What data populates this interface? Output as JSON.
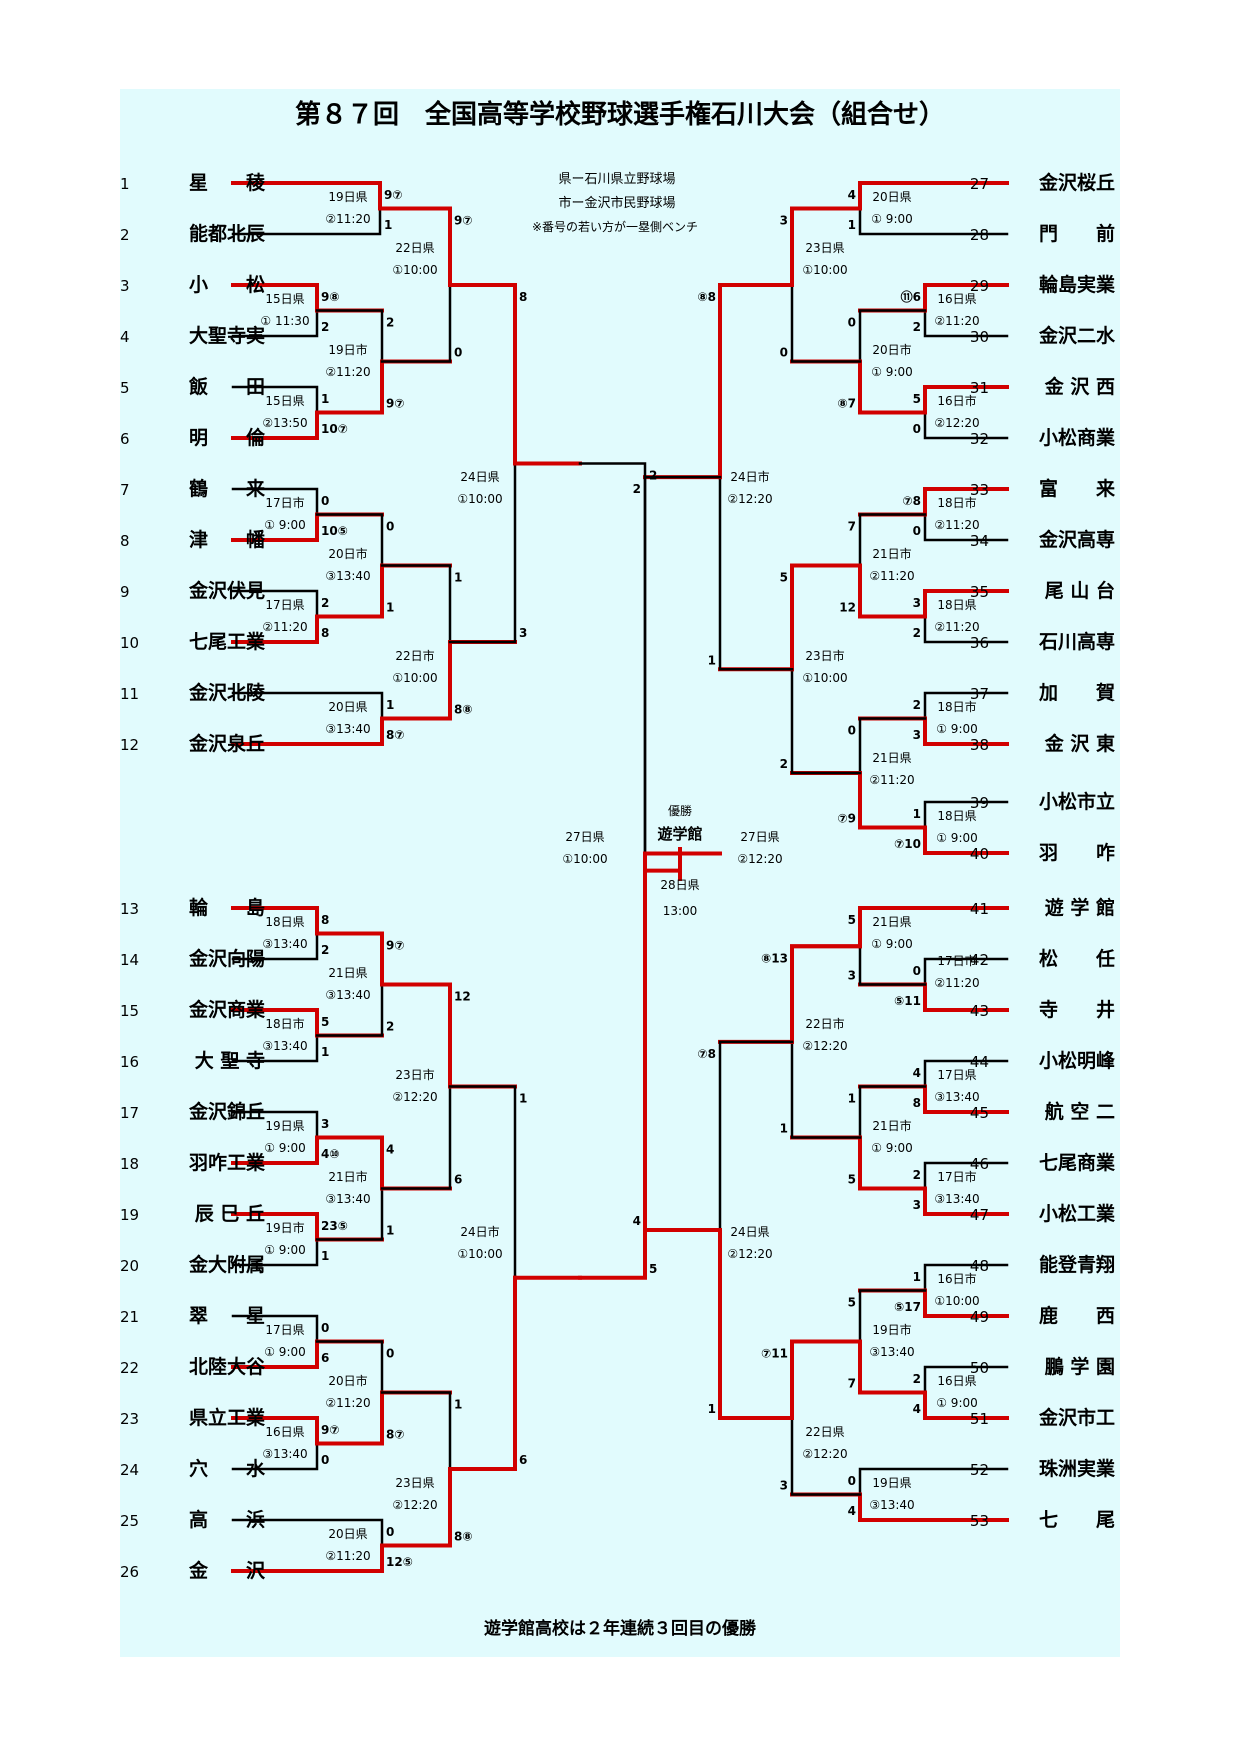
{
  "title": "第８７回　全国高等学校野球選手権石川大会（組合せ）",
  "notes": [
    "県ー石川県立野球場",
    "市ー金沢市民野球場",
    "※番号の若い方が一塁側ベンチ"
  ],
  "footer": "遊学館高校は２年連続３回目の優勝",
  "colors": {
    "win": "#d10000",
    "lose": "#000000",
    "background": "#e1fbfd"
  },
  "champion": {
    "label": "優勝",
    "team": "遊学館",
    "date": "28日県",
    "time": "13:00"
  },
  "teams": [
    {
      "no": "1",
      "name": "星　　稜"
    },
    {
      "no": "2",
      "name": "能都北辰"
    },
    {
      "no": "3",
      "name": "小　　松"
    },
    {
      "no": "4",
      "name": "大聖寺実"
    },
    {
      "no": "5",
      "name": "飯　　田"
    },
    {
      "no": "6",
      "name": "明　　倫"
    },
    {
      "no": "7",
      "name": "鶴　　来"
    },
    {
      "no": "8",
      "name": "津　　幡"
    },
    {
      "no": "9",
      "name": "金沢伏見"
    },
    {
      "no": "10",
      "name": "七尾工業"
    },
    {
      "no": "11",
      "name": "金沢北陵"
    },
    {
      "no": "12",
      "name": "金沢泉丘"
    },
    {
      "no": "13",
      "name": "輪　　島"
    },
    {
      "no": "14",
      "name": "金沢向陽"
    },
    {
      "no": "15",
      "name": "金沢商業"
    },
    {
      "no": "16",
      "name": "大 聖 寺"
    },
    {
      "no": "17",
      "name": "金沢錦丘"
    },
    {
      "no": "18",
      "name": "羽咋工業"
    },
    {
      "no": "19",
      "name": "辰 巳 丘"
    },
    {
      "no": "20",
      "name": "金大附属"
    },
    {
      "no": "21",
      "name": "翠　　星"
    },
    {
      "no": "22",
      "name": "北陸大谷"
    },
    {
      "no": "23",
      "name": "県立工業"
    },
    {
      "no": "24",
      "name": "穴　　水"
    },
    {
      "no": "25",
      "name": "高　　浜"
    },
    {
      "no": "26",
      "name": "金　　沢"
    },
    {
      "no": "27",
      "name": "金沢桜丘"
    },
    {
      "no": "28",
      "name": "門　　前"
    },
    {
      "no": "29",
      "name": "輪島実業"
    },
    {
      "no": "30",
      "name": "金沢二水"
    },
    {
      "no": "31",
      "name": "金 沢 西"
    },
    {
      "no": "32",
      "name": "小松商業"
    },
    {
      "no": "33",
      "name": "富　　来"
    },
    {
      "no": "34",
      "name": "金沢高専"
    },
    {
      "no": "35",
      "name": "尾 山 台"
    },
    {
      "no": "36",
      "name": "石川高専"
    },
    {
      "no": "37",
      "name": "加　　賀"
    },
    {
      "no": "38",
      "name": "金 沢 東"
    },
    {
      "no": "39",
      "name": "小松市立"
    },
    {
      "no": "40",
      "name": "羽　　咋"
    },
    {
      "no": "41",
      "name": "遊 学 館"
    },
    {
      "no": "42",
      "name": "松　　任"
    },
    {
      "no": "43",
      "name": "寺　　井"
    },
    {
      "no": "44",
      "name": "小松明峰"
    },
    {
      "no": "45",
      "name": "航 空 二"
    },
    {
      "no": "46",
      "name": "七尾商業"
    },
    {
      "no": "47",
      "name": "小松工業"
    },
    {
      "no": "48",
      "name": "能登青翔"
    },
    {
      "no": "49",
      "name": "鹿　　西"
    },
    {
      "no": "50",
      "name": "鵬 学 園"
    },
    {
      "no": "51",
      "name": "金沢市工"
    },
    {
      "no": "52",
      "name": "珠洲実業"
    },
    {
      "no": "53",
      "name": "七　　尾"
    }
  ],
  "matches": [
    {
      "id": "L1",
      "date": "19日県",
      "time": "②11:20",
      "s1": "9⑦",
      "s2": "1"
    },
    {
      "id": "L2",
      "date": "15日県",
      "time": "① 11:30",
      "s1": "9⑧",
      "s2": "2"
    },
    {
      "id": "L3",
      "date": "15日県",
      "time": "②13:50",
      "s1": "1",
      "s2": "10⑦"
    },
    {
      "id": "L4",
      "date": "19日市",
      "time": "②11:20",
      "s1": "2",
      "s2": "9⑦"
    },
    {
      "id": "L5",
      "date": "22日県",
      "time": "①10:00",
      "s1": "9⑦",
      "s2": "0"
    },
    {
      "id": "L6",
      "date": "17日市",
      "time": "① 9:00",
      "s1": "0",
      "s2": "10⑤"
    },
    {
      "id": "L7",
      "date": "17日県",
      "time": "②11:20",
      "s1": "2",
      "s2": "8"
    },
    {
      "id": "L8",
      "date": "20日市",
      "time": "③13:40",
      "s1": "0",
      "s2": "1"
    },
    {
      "id": "L9",
      "date": "20日県",
      "time": "③13:40",
      "s1": "1",
      "s2": "8⑦"
    },
    {
      "id": "L10",
      "date": "22日市",
      "time": "①10:00",
      "s1": "1",
      "s2": "8⑧"
    },
    {
      "id": "L11",
      "date": "24日県",
      "time": "①10:00",
      "s1": "8",
      "s2": "3"
    },
    {
      "id": "L12",
      "date": "18日県",
      "time": "③13:40",
      "s1": "8",
      "s2": "2"
    },
    {
      "id": "L13",
      "date": "18日市",
      "time": "③13:40",
      "s1": "5",
      "s2": "1"
    },
    {
      "id": "L14",
      "date": "21日県",
      "time": "③13:40",
      "s1": "9⑦",
      "s2": "2"
    },
    {
      "id": "L15",
      "date": "19日県",
      "time": "① 9:00",
      "s1": "3",
      "s2": "4⑩"
    },
    {
      "id": "L16",
      "date": "19日市",
      "time": "① 9:00",
      "s1": "23⑤",
      "s2": "1"
    },
    {
      "id": "L17",
      "date": "21日市",
      "time": "③13:40",
      "s1": "4",
      "s2": "1"
    },
    {
      "id": "L18",
      "date": "23日市",
      "time": "②12:20",
      "s1": "12",
      "s2": "6"
    },
    {
      "id": "L19",
      "date": "17日県",
      "time": "① 9:00",
      "s1": "0",
      "s2": "6"
    },
    {
      "id": "L20",
      "date": "16日県",
      "time": "③13:40",
      "s1": "9⑦",
      "s2": "0"
    },
    {
      "id": "L21",
      "date": "20日市",
      "time": "②11:20",
      "s1": "0",
      "s2": "8⑦"
    },
    {
      "id": "L22",
      "date": "20日県",
      "time": "②11:20",
      "s1": "0",
      "s2": "12⑤"
    },
    {
      "id": "L23",
      "date": "23日県",
      "time": "②12:20",
      "s1": "1",
      "s2": "8⑧"
    },
    {
      "id": "L24",
      "date": "24日市",
      "time": "①10:00",
      "s1": "1",
      "s2": "6"
    },
    {
      "id": "LF",
      "date": "27日県",
      "time": "①10:00",
      "s1": "2",
      "s2": "5"
    },
    {
      "id": "R1",
      "date": "20日県",
      "time": "① 9:00",
      "s1": "4",
      "s2": "1"
    },
    {
      "id": "R2",
      "date": "16日県",
      "time": "②11:20",
      "s1": "⑪6",
      "s2": "2"
    },
    {
      "id": "R3",
      "date": "16日市",
      "time": "②12:20",
      "s1": "5",
      "s2": "0"
    },
    {
      "id": "R4",
      "date": "20日市",
      "time": "① 9:00",
      "s1": "0",
      "s2": "⑧7"
    },
    {
      "id": "R5",
      "date": "23日県",
      "time": "①10:00",
      "s1": "3",
      "s2": "0"
    },
    {
      "id": "R6",
      "date": "18日市",
      "time": "②11:20",
      "s1": "⑦8",
      "s2": "0"
    },
    {
      "id": "R7",
      "date": "18日県",
      "time": "②11:20",
      "s1": "3",
      "s2": "2"
    },
    {
      "id": "R8",
      "date": "21日市",
      "time": "②11:20",
      "s1": "7",
      "s2": "12"
    },
    {
      "id": "R9",
      "date": "18日市",
      "time": "① 9:00",
      "s1": "2",
      "s2": "3"
    },
    {
      "id": "R10",
      "date": "18日県",
      "time": "① 9:00",
      "s1": "1",
      "s2": "⑦10"
    },
    {
      "id": "R11",
      "date": "21日県",
      "time": "②11:20",
      "s1": "0",
      "s2": "⑦9"
    },
    {
      "id": "R12",
      "date": "23日市",
      "time": "①10:00",
      "s1": "5",
      "s2": "2"
    },
    {
      "id": "R13",
      "date": "24日市",
      "time": "②12:20",
      "s1": "⑧8",
      "s2": "1"
    },
    {
      "id": "R14",
      "date": "17日市",
      "time": "②11:20",
      "s1": "0",
      "s2": "⑤11"
    },
    {
      "id": "R15",
      "date": "21日県",
      "time": "① 9:00",
      "s1": "5",
      "s2": "3"
    },
    {
      "id": "R16",
      "date": "17日県",
      "time": "③13:40",
      "s1": "4",
      "s2": "8"
    },
    {
      "id": "R17",
      "date": "17日市",
      "time": "③13:40",
      "s1": "2",
      "s2": "3"
    },
    {
      "id": "R18",
      "date": "21日市",
      "time": "① 9:00",
      "s1": "1",
      "s2": "5"
    },
    {
      "id": "R19",
      "date": "22日市",
      "time": "②12:20",
      "s1": "⑧13",
      "s2": "1"
    },
    {
      "id": "R20",
      "date": "16日市",
      "time": "①10:00",
      "s1": "1",
      "s2": "⑤17"
    },
    {
      "id": "R21",
      "date": "16日県",
      "time": "① 9:00",
      "s1": "2",
      "s2": "4"
    },
    {
      "id": "R22",
      "date": "19日市",
      "time": "③13:40",
      "s1": "5",
      "s2": "7"
    },
    {
      "id": "R23",
      "date": "19日県",
      "time": "③13:40",
      "s1": "0",
      "s2": "4"
    },
    {
      "id": "R24",
      "date": "22日県",
      "time": "②12:20",
      "s1": "⑦11",
      "s2": "3"
    },
    {
      "id": "R25",
      "date": "24日県",
      "time": "②12:20",
      "s1": "⑦8",
      "s2": "1"
    },
    {
      "id": "RF",
      "date": "27日県",
      "time": "②12:20",
      "s1": "2",
      "s2": "4"
    },
    {
      "id": "F",
      "date": "28日県",
      "time": "13:00",
      "s1": "0",
      "s2": "4"
    }
  ]
}
